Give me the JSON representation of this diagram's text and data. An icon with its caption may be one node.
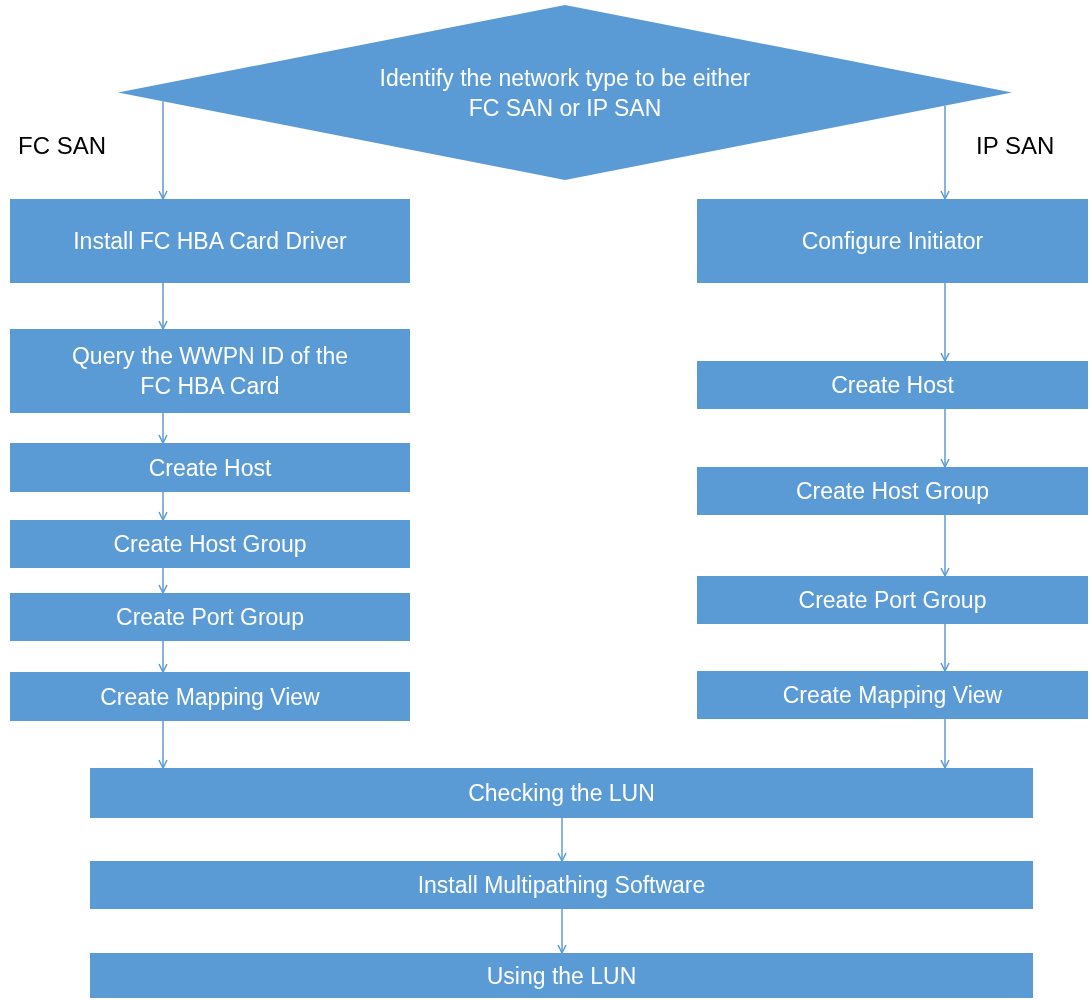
{
  "diagram": {
    "nodes": [
      {
        "text": [
          "Identify the network type to be either FC SAN or IP SAN"
        ]
      },
      {
        "text": [
          "Install FC HBA Card Driver"
        ]
      },
      {
        "text": [
          "Query the WWPN ID of the FC HBA Card"
        ]
      },
      {
        "text": [
          "Create Host"
        ]
      },
      {
        "text": [
          "Create Host Group"
        ]
      },
      {
        "text": [
          "Create Port Group"
        ]
      },
      {
        "text": [
          "Create Mapping View"
        ]
      },
      {
        "text": [
          "Configure Initiator"
        ]
      },
      {
        "text": [
          "Create Host"
        ]
      },
      {
        "text": [
          "Create Host Group"
        ]
      },
      {
        "text": [
          "Create Port Group"
        ]
      },
      {
        "text": [
          "Create Mapping View"
        ]
      },
      {
        "text": [
          "Checking the LUN"
        ]
      },
      {
        "text": [
          "Install Multipathing Software"
        ]
      },
      {
        "text": [
          "Using the LUN"
        ]
      }
    ],
    "edges": [
      {
        "from": 0,
        "to": 1,
        "arrow": "to",
        "label": "FC SAN"
      },
      {
        "from": 0,
        "to": 7,
        "arrow": "to",
        "label": "IP SAN"
      },
      {
        "from": 1,
        "to": 2,
        "arrow": "to"
      },
      {
        "from": 2,
        "to": 3,
        "arrow": "to"
      },
      {
        "from": 3,
        "to": 4,
        "arrow": "to"
      },
      {
        "from": 4,
        "to": 5,
        "arrow": "to"
      },
      {
        "from": 5,
        "to": 6,
        "arrow": "to"
      },
      {
        "from": 7,
        "to": 8,
        "arrow": "to"
      },
      {
        "from": 8,
        "to": 9,
        "arrow": "to"
      },
      {
        "from": 9,
        "to": 10,
        "arrow": "to"
      },
      {
        "from": 10,
        "to": 11,
        "arrow": "to"
      },
      {
        "from": 6,
        "to": 12,
        "arrow": "to"
      },
      {
        "from": 11,
        "to": 12,
        "arrow": "to"
      },
      {
        "from": 12,
        "to": 13,
        "arrow": "to"
      },
      {
        "from": 13,
        "to": 14,
        "arrow": "to"
      }
    ]
  }
}
